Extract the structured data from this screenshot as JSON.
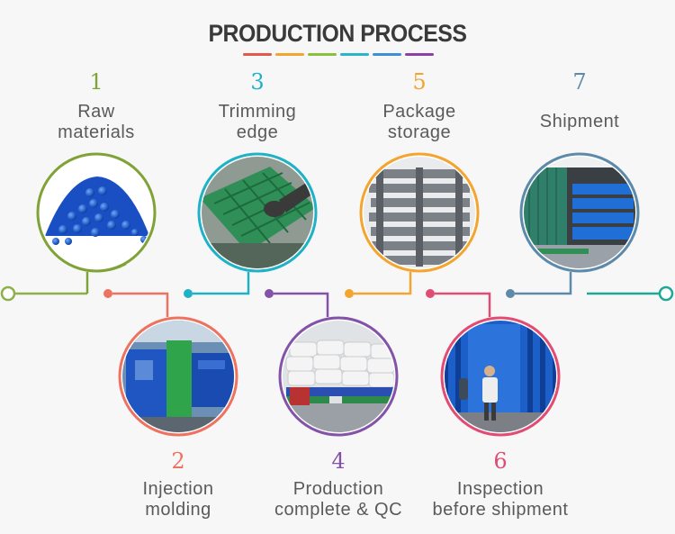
{
  "title": "PRODUCTION PROCESS",
  "colors": {
    "bg": "#f7f7f7",
    "underline": [
      "#e4574a",
      "#f1a52c",
      "#8bbf3c",
      "#2ab5c8",
      "#3d8fd6",
      "#8e3fa5"
    ],
    "step1": "#7fa336",
    "step2": "#ed7260",
    "step3": "#1fb1c6",
    "step4": "#8453a8",
    "step5": "#f3a52f",
    "step6": "#e14b74",
    "step7": "#5d8aa8",
    "timeline_left": "#8cb04a",
    "timeline_right": "#1fa89a"
  },
  "steps": [
    {
      "number": "1",
      "line1": "Raw",
      "line2": "materials",
      "icon": "blue-plastic-granules-photo"
    },
    {
      "number": "2",
      "line1": "Injection",
      "line2": "molding",
      "icon": "injection-molding-machine-photo"
    },
    {
      "number": "3",
      "line1": "Trimming",
      "line2": "edge",
      "icon": "green-pallet-trimming-photo"
    },
    {
      "number": "4",
      "line1": "Production",
      "line2": "complete & QC",
      "icon": "stacked-bags-on-pallets-photo"
    },
    {
      "number": "5",
      "line1": "Package",
      "line2": "storage",
      "icon": "gray-pallet-stack-photo"
    },
    {
      "number": "6",
      "line1": "Inspection",
      "line2": "before shipment",
      "icon": "worker-inspecting-blue-pallets-photo"
    },
    {
      "number": "7",
      "line1": "Shipment",
      "line2": "",
      "icon": "container-loaded-with-pallets-photo"
    }
  ]
}
